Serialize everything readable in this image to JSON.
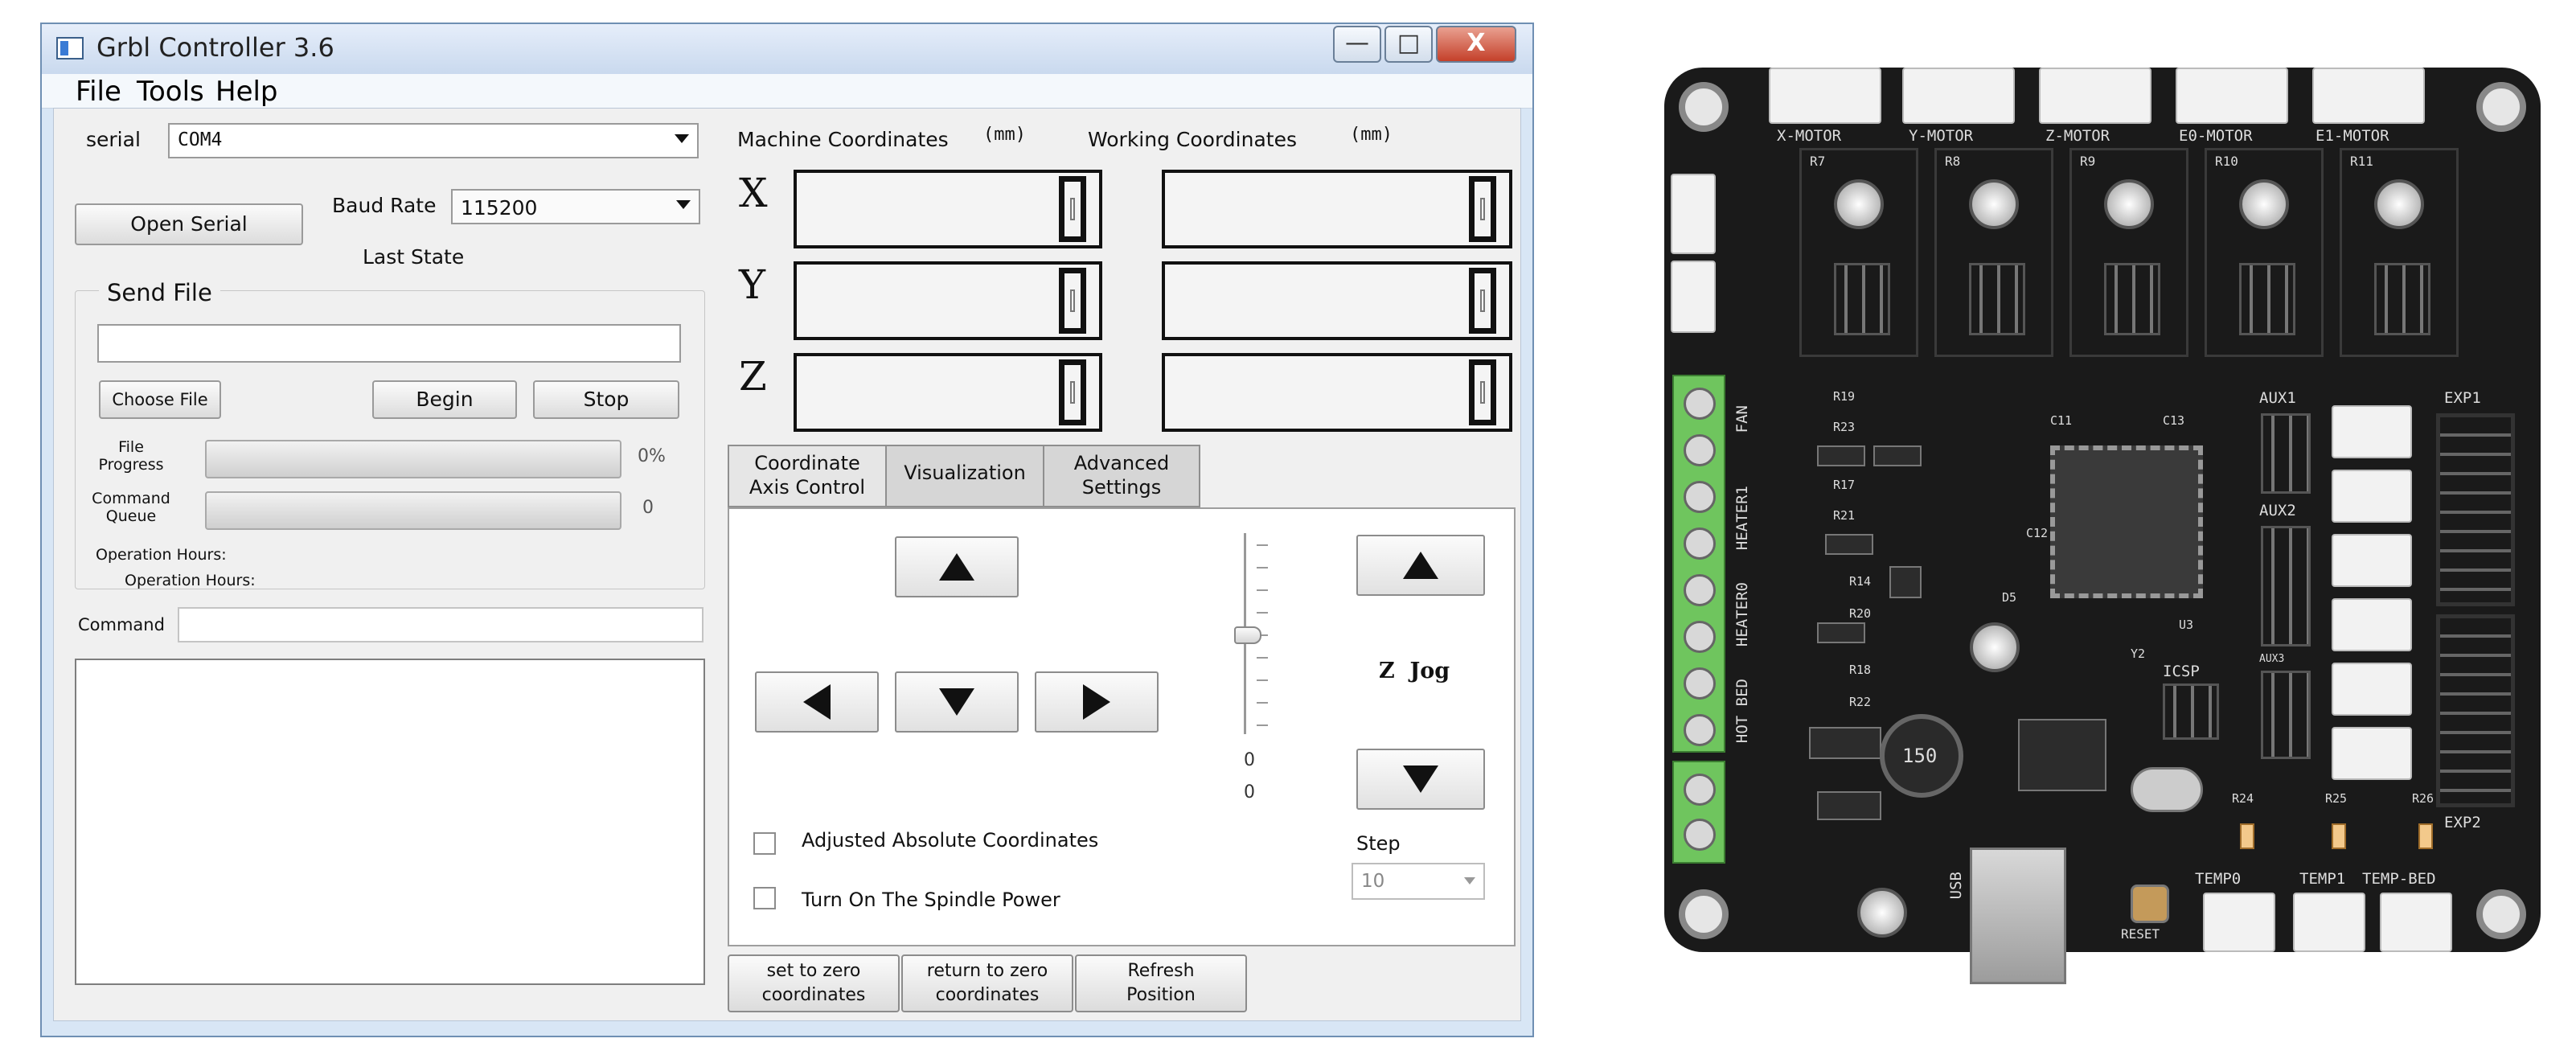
{
  "window": {
    "title": "Grbl Controller 3.6",
    "buttons": {
      "minimize": "—",
      "maximize": "□",
      "close": "X"
    }
  },
  "menu": [
    "File",
    "Tools",
    "Help"
  ],
  "serial": {
    "label": "serial",
    "port_value": "COM4",
    "open_button": "Open Serial",
    "baud_label": "Baud Rate",
    "baud_value": "115200",
    "last_state_label": "Last State"
  },
  "send_file": {
    "group_title": "Send  File",
    "file_path": "",
    "choose_button": "Choose  File",
    "begin_button": "Begin",
    "stop_button": "Stop",
    "file_progress_label": "File\nProgress",
    "file_progress_value": "0%",
    "file_progress_fraction": 0,
    "queue_label": "Command\nQueue",
    "queue_value": "0",
    "queue_fraction": 0,
    "operation_hours_1": "Operation Hours:",
    "operation_hours_2": "Operation Hours:"
  },
  "command": {
    "label": "Command",
    "value": "",
    "log": ""
  },
  "coordinates": {
    "machine_label": "Machine Coordinates",
    "working_label": "Working Coordinates",
    "unit": "(mm)",
    "axes": [
      {
        "name": "X",
        "machine": "0",
        "working": "0"
      },
      {
        "name": "Y",
        "machine": "0",
        "working": "0"
      },
      {
        "name": "Z",
        "machine": "0",
        "working": "0"
      }
    ]
  },
  "tabs": [
    {
      "label": "Coordinate\nAxis Control",
      "active": true
    },
    {
      "label": "Visualization",
      "active": false
    },
    {
      "label": "Advanced\nSettings",
      "active": false
    }
  ],
  "axis_control": {
    "slider_value_1": "0",
    "slider_value_2": "0",
    "z_jog_label": "Z  Jog",
    "adjusted_absolute_label": "Adjusted Absolute Coordinates",
    "spindle_power_label": "Turn On The Spindle Power",
    "adjusted_absolute_checked": false,
    "spindle_power_checked": false,
    "step_label": "Step",
    "step_value": "10"
  },
  "bottom_buttons": {
    "set_zero": "set to zero\ncoordinates",
    "return_zero": "return to zero\ncoordinates",
    "refresh": "Refresh\nPosition"
  },
  "board": {
    "motor_labels": [
      "X-MOTOR",
      "Y-MOTOR",
      "Z-MOTOR",
      "E0-MOTOR",
      "E1-MOTOR"
    ],
    "driver_refs": [
      "R7",
      "R8",
      "R9",
      "R10",
      "R11"
    ],
    "side_labels": [
      "FAN",
      "HEATER1",
      "HEATER0",
      "HOT BED"
    ],
    "aux_labels": [
      "AUX1",
      "AUX2",
      "AUX3"
    ],
    "exp_labels": [
      "EXP1",
      "EXP2"
    ],
    "icsp_label": "ICSP",
    "usb_label": "USB",
    "reset_label": "RESET",
    "temp_labels": [
      "TEMP0",
      "TEMP1",
      "TEMP-BED"
    ],
    "inductor_label": "150",
    "small_refs": [
      "R19",
      "R23",
      "R17",
      "R21",
      "R20",
      "R14",
      "R18",
      "R22",
      "C11",
      "C13",
      "C12",
      "U3",
      "Y2",
      "D5",
      "R24",
      "R25",
      "R26"
    ],
    "colors": {
      "pcb": "#1a1a1a",
      "connector": "#f2f2f2",
      "terminal": "#6fc55e"
    }
  }
}
